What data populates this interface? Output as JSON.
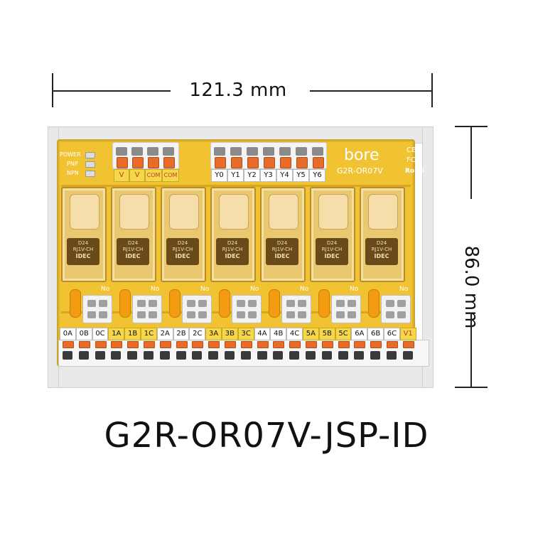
{
  "dimensions": {
    "width_label": "121.3 mm",
    "height_label": "86.0 mm"
  },
  "model": "G2R-OR07V-JSP-ID",
  "board": {
    "brand": "bore",
    "board_model": "G2R-OR07V",
    "certs": [
      "CE",
      "FC",
      "RoHS"
    ],
    "indicators": [
      "POWER",
      "PNP",
      "NPN"
    ],
    "power_terminals": [
      "V",
      "V",
      "COM",
      "COM"
    ],
    "output_terminals": [
      "Y0",
      "Y1",
      "Y2",
      "Y3",
      "Y4",
      "Y5",
      "Y6"
    ],
    "relay_brand": "IDEC",
    "relay_model": "RJ1V-CH",
    "relay_coil": "D24",
    "contact_terminals": [
      "0A",
      "0B",
      "0C",
      "1A",
      "1B",
      "1C",
      "2A",
      "2B",
      "2C",
      "3A",
      "3B",
      "3C",
      "4A",
      "4B",
      "4C",
      "5A",
      "5B",
      "5C",
      "6A",
      "6B",
      "6C",
      "V1"
    ],
    "relay_count": 7,
    "no_marks": [
      "No",
      "No",
      "No",
      "No",
      "No",
      "No",
      "No"
    ]
  },
  "colors": {
    "pcb": "#f1c232",
    "terminal_orange": "#e96b2a",
    "label_yellow": "#f7d74a",
    "relay_amber": "#e9c870"
  }
}
